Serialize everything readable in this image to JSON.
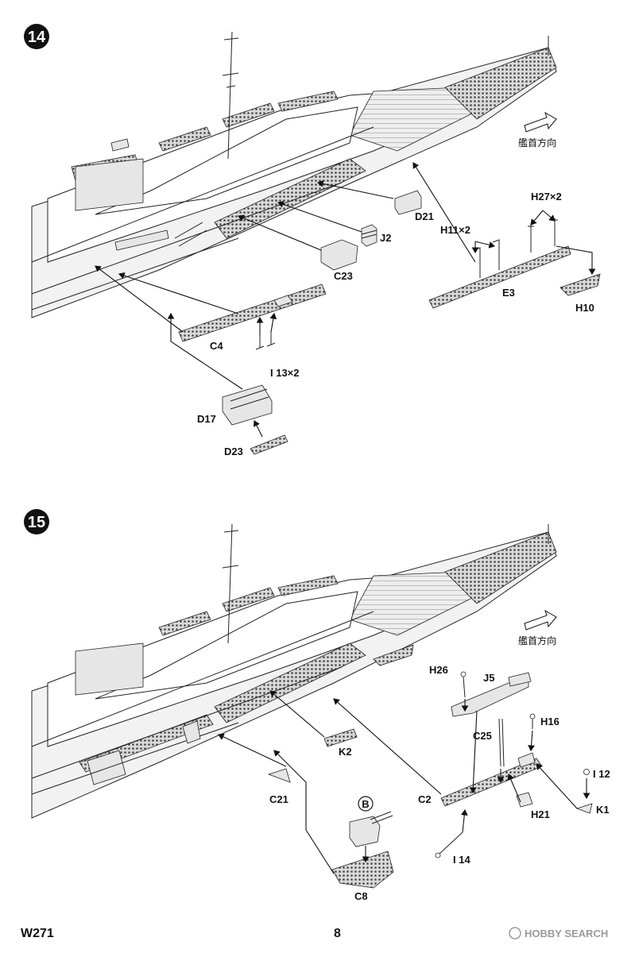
{
  "page": {
    "code": "W271",
    "number": "8",
    "watermark": "HOBBY SEARCH"
  },
  "steps": [
    {
      "number": "14",
      "direction_label": "艦首方向",
      "parts": {
        "d21": "D21",
        "j2": "J2",
        "c23": "C23",
        "h27": "H27×2",
        "h11": "H11×2",
        "e3": "E3",
        "h10": "H10",
        "c4": "C4",
        "i13": "I 13×2",
        "d17": "D17",
        "d23": "D23"
      }
    },
    {
      "number": "15",
      "direction_label": "艦首方向",
      "parts": {
        "h26": "H26",
        "j5": "J5",
        "h16": "H16",
        "c25": "C25",
        "k2": "K2",
        "c21": "C21",
        "b_marker": "B",
        "c2": "C2",
        "h21": "H21",
        "i12": "I 12",
        "k1": "K1",
        "i14": "I 14",
        "c8": "C8"
      }
    }
  ]
}
